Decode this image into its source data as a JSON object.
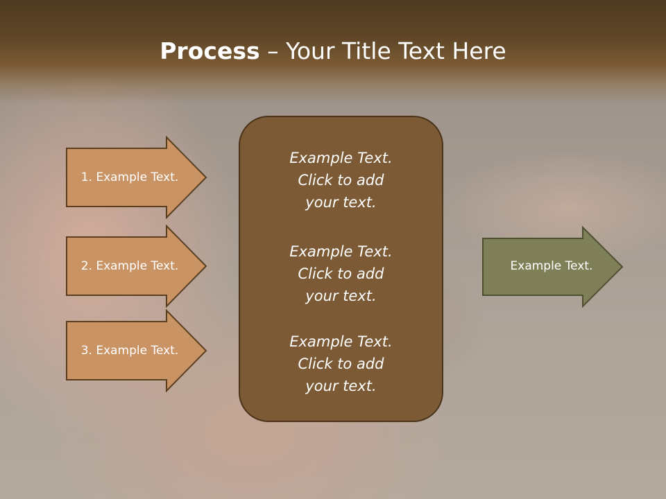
{
  "title": {
    "bold": "Process",
    "rest": " – Your Title Text Here"
  },
  "left_arrows": [
    {
      "label": "1. Example Text."
    },
    {
      "label": "2. Example Text."
    },
    {
      "label": "3. Example Text."
    }
  ],
  "center_box": {
    "blocks": [
      {
        "line1": "Example Text.",
        "line2": "Click  to add",
        "line3": "your text."
      },
      {
        "line1": "Example Text.",
        "line2": "Click  to add",
        "line3": "your text."
      },
      {
        "line1": "Example Text.",
        "line2": "Click  to add",
        "line3": "your text."
      }
    ]
  },
  "right_arrow": {
    "label": "Example Text."
  },
  "colors": {
    "title_bar": "#5e4526",
    "left_arrow_fill": "#c99364",
    "center_box_fill": "#7b5a35",
    "right_arrow_fill": "#7f8058",
    "outline": "#5a3e1f"
  }
}
